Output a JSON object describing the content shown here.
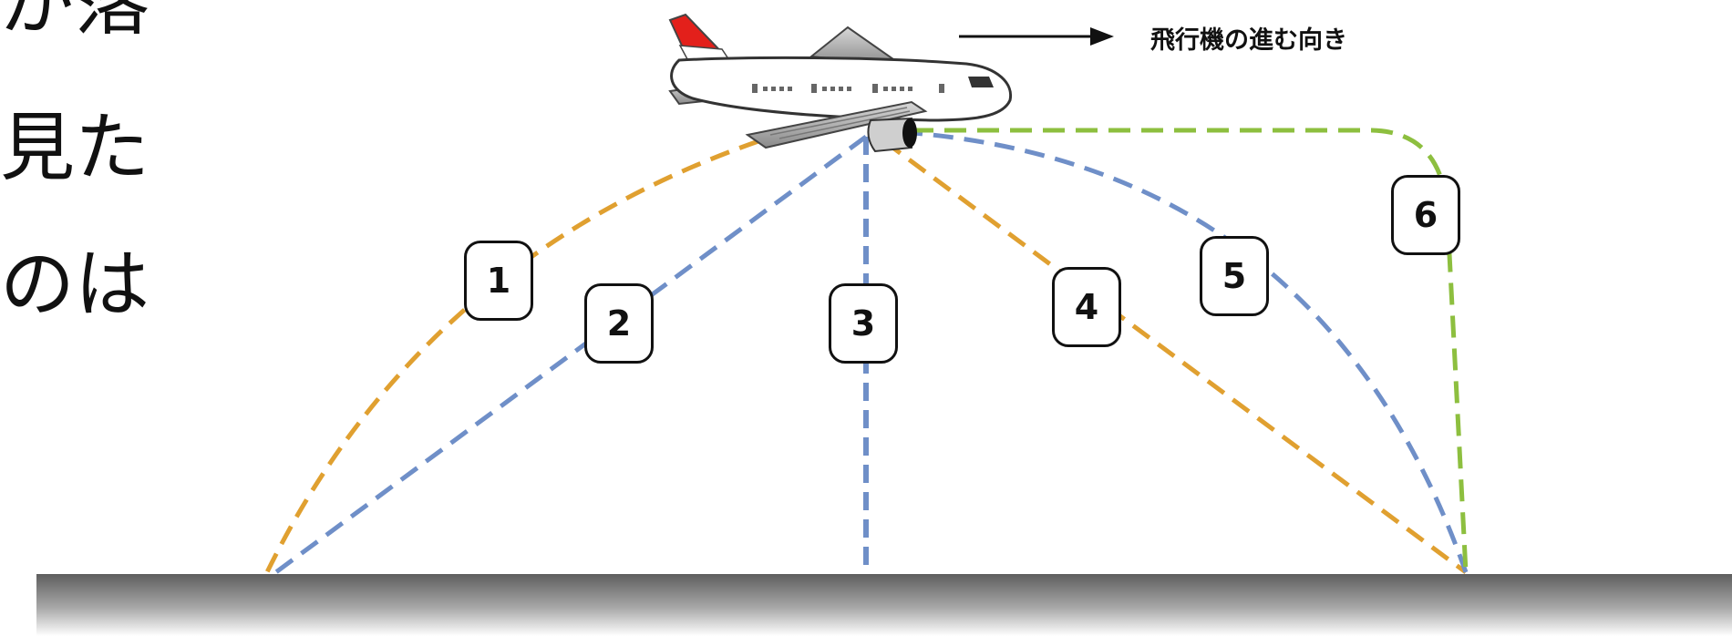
{
  "side_text": [
    "が落",
    "見た",
    "のは"
  ],
  "direction_label": "飛行機の進む向き",
  "path_labels": [
    "1",
    "2",
    "3",
    "4",
    "5",
    "6"
  ],
  "colors": {
    "orange_path": "#E0A030",
    "blue_path": "#6F8FC8",
    "green_path": "#8DBF3F",
    "airplane_tail": "#E3201B",
    "ground_top": "#6a6a6a",
    "ground_bottom": "#ffffff"
  },
  "icons": [
    "airplane-icon",
    "arrow-right-icon"
  ]
}
